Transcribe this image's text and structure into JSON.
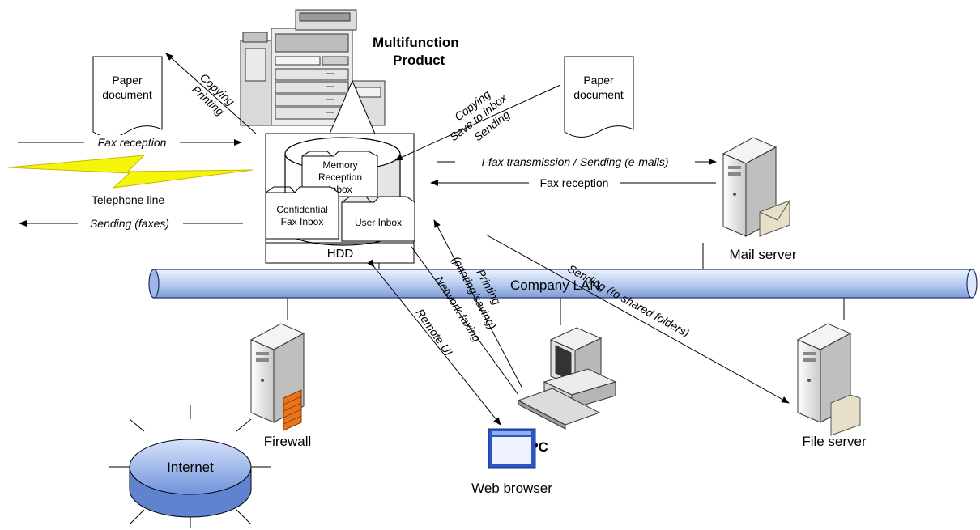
{
  "diagram": {
    "mfp_title_line1": "Multifunction",
    "mfp_title_line2": "Product",
    "paper_left_line1": "Paper",
    "paper_left_line2": "document",
    "paper_right_line1": "Paper",
    "paper_right_line2": "document",
    "copying_printing_line1": "Copying",
    "copying_printing_line2": "Printing",
    "copy_save_send_line1": "Copying",
    "copy_save_send_line2": "Save to inbox",
    "copy_save_send_line3": "Sending",
    "fax_reception_left": "Fax reception",
    "telephone_line": "Telephone line",
    "sending_faxes": "Sending (faxes)",
    "memory_inbox_line1": "Memory",
    "memory_inbox_line2": "Reception",
    "memory_inbox_line3": "Inbox",
    "confidential_line1": "Confidential",
    "confidential_line2": "Fax Inbox",
    "user_inbox": "User Inbox",
    "hdd": "HDD",
    "ifax_sending": "I-fax transmission / Sending (e-mails)",
    "fax_reception_right": "Fax reception",
    "mail_server": "Mail server",
    "company_lan": "Company LAN",
    "printing_line1": "Printing",
    "printing_line2": "(printing/saving)",
    "network_faxing": "Network faxing",
    "remote_ui": "Remote UI",
    "sending_shared": "Sending (to shared folders)",
    "firewall": "Firewall",
    "internet": "Internet",
    "pc": "PC",
    "web_browser": "Web browser",
    "file_server": "File server"
  },
  "colors": {
    "lan_fill": "#b8cdf0",
    "lan_stroke": "#1f2d6b",
    "internet_fill": "#8fb0ea",
    "lightning_fill": "#f5f50a",
    "firewall_brick": "#e8741e",
    "server_body": "#e8e8e8"
  }
}
